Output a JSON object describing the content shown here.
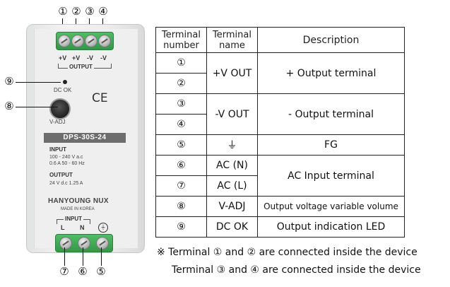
{
  "device": {
    "top_callouts": [
      "①",
      "②",
      "③",
      "④"
    ],
    "output_terminals": [
      "+V",
      "+V",
      "-V",
      "-V"
    ],
    "output_label": "OUTPUT",
    "dc_ok_label": "DC OK",
    "v_adj_label": "V-ADJ",
    "left_callouts": [
      "⑨",
      "⑧"
    ],
    "ce_mark": "CE",
    "model": "DPS-30S-24",
    "input_heading": "INPUT",
    "input_spec_1": "100 - 240 V a.c",
    "input_spec_2": "0.6 A 50 - 60 Hz",
    "output_heading": "OUTPUT",
    "output_spec": "24 V d.c 1.25 A",
    "brand": "HANYOUNG NUX",
    "made_in": "MADE IN KOREA",
    "input_label": "INPUT",
    "input_terminals": [
      "L",
      "N"
    ],
    "bottom_callouts": [
      "⑦",
      "⑥",
      "⑤"
    ]
  },
  "table": {
    "headers": {
      "number": "Terminal number",
      "name": "Terminal name",
      "description": "Description"
    },
    "rows": [
      {
        "number": "①",
        "name": "+V OUT",
        "description": "+ Output terminal"
      },
      {
        "number": "②"
      },
      {
        "number": "③",
        "name": "-V OUT",
        "description": "- Output terminal"
      },
      {
        "number": "④"
      },
      {
        "number": "⑤",
        "name": "⏚",
        "description": "FG"
      },
      {
        "number": "⑥",
        "name": "AC (N)",
        "description": "AC Input terminal"
      },
      {
        "number": "⑦",
        "name": "AC (L)"
      },
      {
        "number": "⑧",
        "name": "V-ADJ",
        "description": "Output voltage variable volume"
      },
      {
        "number": "⑨",
        "name": "DC OK",
        "description": "Output indication LED"
      }
    ]
  },
  "notes": [
    "※ Terminal ① and ② are connected inside the device",
    "Terminal ③ and ④ are connected inside the device"
  ]
}
